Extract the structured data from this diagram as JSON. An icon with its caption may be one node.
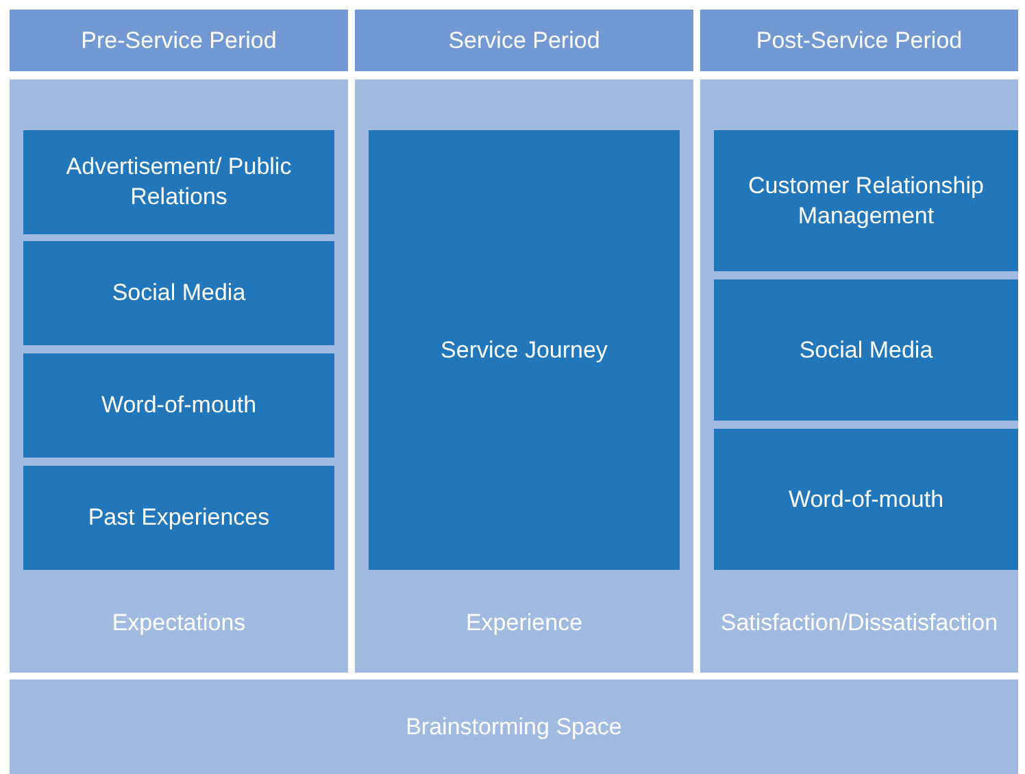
{
  "diagram": {
    "nodes": [
      {
        "text": [
          "Pre-Service Period"
        ]
      },
      {
        "text": [
          "Service Period"
        ]
      },
      {
        "text": [
          "Post-Service Period"
        ]
      },
      {
        "text": [
          "Expectations"
        ]
      },
      {
        "text": [
          "Advertisement/ Public Relations"
        ],
        "in": 3
      },
      {
        "text": [
          "Social Media"
        ],
        "in": 3
      },
      {
        "text": [
          "Word-of-mouth"
        ],
        "in": 3
      },
      {
        "text": [
          "Past Experiences"
        ],
        "in": 3
      },
      {
        "text": [
          "Experience"
        ]
      },
      {
        "text": [
          "Service Journey"
        ],
        "in": 8
      },
      {
        "text": [
          "Satisfaction/Dissatisfaction"
        ]
      },
      {
        "text": [
          "Customer Relationship Management"
        ],
        "in": 10
      },
      {
        "text": [
          "Social Media"
        ],
        "in": 10
      },
      {
        "text": [
          "Word-of-mouth"
        ],
        "in": 10
      },
      {
        "text": [
          "Brainstorming Space"
        ]
      }
    ]
  }
}
